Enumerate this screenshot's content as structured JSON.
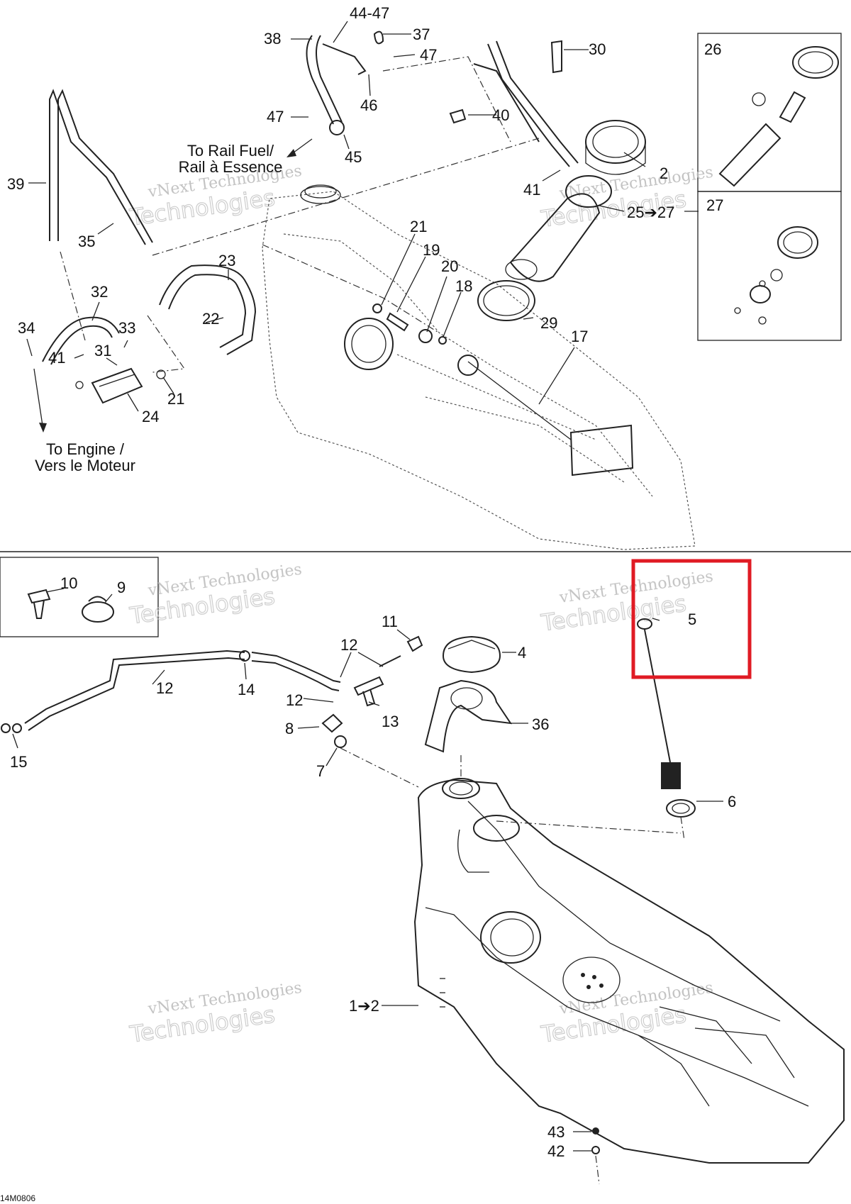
{
  "callouts": {
    "c44_47": "44-47",
    "c37": "37",
    "c38": "38",
    "c47a": "47",
    "c30": "30",
    "c46": "46",
    "c47b": "47",
    "c40": "40",
    "c45": "45",
    "c26": "26",
    "c2a": "2",
    "c41a": "41",
    "c25_27": "25➔27",
    "c27": "27",
    "c39": "39",
    "c35": "35",
    "c21a": "21",
    "c19": "19",
    "c20": "20",
    "c18": "18",
    "c23": "23",
    "c29": "29",
    "c17": "17",
    "c32": "32",
    "c22": "22",
    "c34": "34",
    "c33": "33",
    "c41b": "41",
    "c31": "31",
    "c21b": "21",
    "c24": "24",
    "c10": "10",
    "c9": "9",
    "c5": "5",
    "c11": "11",
    "c12a": "12",
    "c4": "4",
    "c12b": "12",
    "c14": "14",
    "c12c": "12",
    "c13": "13",
    "c8": "8",
    "c36": "36",
    "c15": "15",
    "c7": "7",
    "c6": "6",
    "c1_2": "1➔2",
    "c43": "43",
    "c42": "42"
  },
  "notes": {
    "rail_en": "To Rail Fuel/",
    "rail_fr": "Rail à Essence",
    "engine_en": "To Engine /",
    "engine_fr": "Vers le Moteur"
  },
  "watermark": {
    "line1": "vNext Technologies",
    "line2": "Technologies",
    "line3": "vNext"
  },
  "drawing_code": "14M0806",
  "highlight_color": "#e01b24"
}
